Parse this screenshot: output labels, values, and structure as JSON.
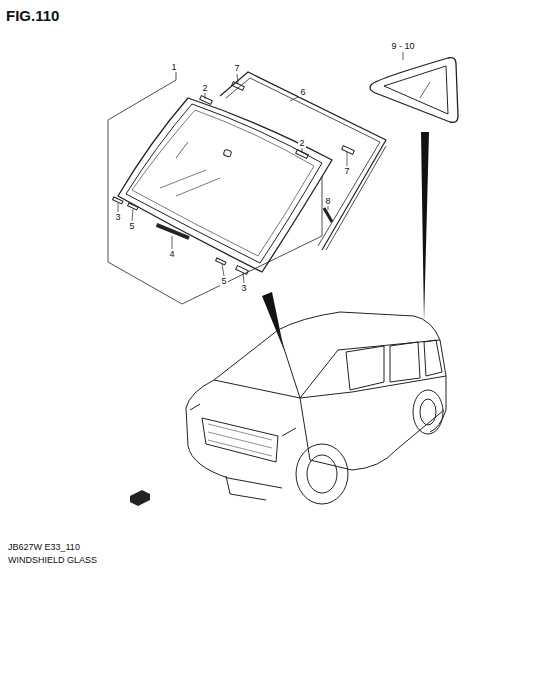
{
  "diagram": {
    "title": "FIG.110",
    "labels": [
      "1",
      "2",
      "7",
      "6",
      "9 - 10",
      "2",
      "7",
      "8",
      "3",
      "5",
      "4",
      "5",
      "3",
      "JB627W E33_110",
      "WINDSHIELD GLASS"
    ]
  }
}
